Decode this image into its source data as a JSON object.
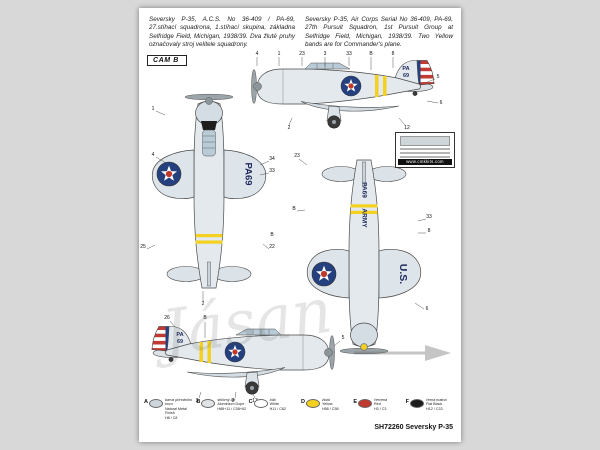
{
  "page": {
    "background": "#d8d8d8",
    "paper_color": "#ffffff",
    "intro_cs": "Seversky P-35, A.C.S. No 36-409 / PA-69, 27.stíhací squadrona, 1.stíhací skupina, základna Selfridge Field, Michigan, 1938/39. Dva žluté pruhy označovaly stroj velitele squadrony.",
    "intro_en": "Seversky P-35, Air Corps Serial No 36-409, PA-69, 27th Pursuit Squadron, 1st Pursuit Group at Selfridge Field, Michigan, 1938/39. Two Yellow bands are for Commander's plane.",
    "cam_label": "CAM B",
    "footer": "SH72260 Seversky P-35",
    "watermark": "Jásan"
  },
  "markings": {
    "fin_code_top": "PA",
    "fin_code_bottom": "69",
    "wing_code": "PA69",
    "underwing_us": "U.S.",
    "fuselage_code": "PA69",
    "fuselage_army": "ARMY",
    "roundel_blue": "#24407e",
    "roundel_red": "#c0392b",
    "rudder_red": "#c23b32",
    "band_yellow": "#f3d11e"
  },
  "ad_box": {
    "url": "www.cmkkits.com"
  },
  "callouts": [
    "4",
    "1",
    "23",
    "3",
    "33",
    "B",
    "8",
    "5",
    "6",
    "12",
    "2",
    "1",
    "4",
    "34",
    "33",
    "22",
    "25",
    "2",
    "B",
    "23",
    "33",
    "8",
    "6",
    "B",
    "26",
    "B",
    "5",
    "13",
    "3",
    "2"
  ],
  "legend": {
    "items": [
      {
        "letter": "A",
        "name_cs": "barva přírodního kovu",
        "name_en": "Natural Metal Finish",
        "codes": "H8 / C8",
        "color": "#cdd6dc"
      },
      {
        "letter": "B",
        "name_cs": "stříbrný lak",
        "name_en": "Aluminium Dope",
        "codes": "H88+11 / C08+62",
        "color": "#e0e4e7"
      },
      {
        "letter": "C",
        "name_cs": "bílá",
        "name_en": "White",
        "codes": "H11 / C62",
        "color": "#ffffff"
      },
      {
        "letter": "D",
        "name_cs": "žlutá",
        "name_en": "Yellow",
        "codes": "H58 / C58",
        "color": "#f3d11e"
      },
      {
        "letter": "E",
        "name_cs": "červená",
        "name_en": "Red",
        "codes": "H3 / C3",
        "color": "#c03a30"
      },
      {
        "letter": "F",
        "name_cs": "černá matná",
        "name_en": "Flat Black",
        "codes": "H12 / C33",
        "color": "#1c1c1c"
      }
    ]
  }
}
